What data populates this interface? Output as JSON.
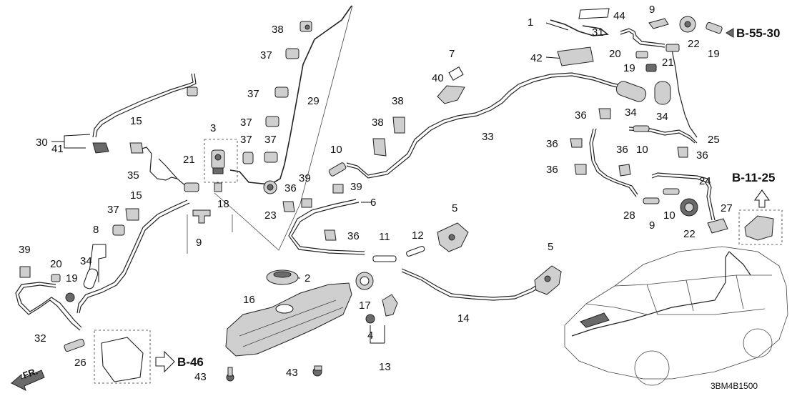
{
  "callouts": {
    "c1": "1",
    "c2": "2",
    "c3": "3",
    "c4": "4",
    "c5a": "5",
    "c5b": "5",
    "c6": "6",
    "c7": "7",
    "c8": "8",
    "c9a": "9",
    "c9b": "9",
    "c9c": "9",
    "c10a": "10",
    "c10b": "10",
    "c10c": "10",
    "c11": "11",
    "c12": "12",
    "c13": "13",
    "c14": "14",
    "c15a": "15",
    "c15b": "15",
    "c16": "16",
    "c17": "17",
    "c18": "18",
    "c19a": "19",
    "c19b": "19",
    "c19c": "19",
    "c20a": "20",
    "c20b": "20",
    "c21a": "21",
    "c21b": "21",
    "c22a": "22",
    "c22b": "22",
    "c23": "23",
    "c24": "24",
    "c25": "25",
    "c26": "26",
    "c27": "27",
    "c28": "28",
    "c29": "29",
    "c30": "30",
    "c31": "31",
    "c32": "32",
    "c33": "33",
    "c34a": "34",
    "c34b": "34",
    "c34c": "34",
    "c35": "35",
    "c36a": "36",
    "c36b": "36",
    "c36c": "36",
    "c36d": "36",
    "c36e": "36",
    "c36f": "36",
    "c36g": "36",
    "c37a": "37",
    "c37b": "37",
    "c37c": "37",
    "c37d": "37",
    "c37e": "37",
    "c37f": "37",
    "c38a": "38",
    "c38b": "38",
    "c38c": "38",
    "c39a": "39",
    "c39b": "39",
    "c39c": "39",
    "c40": "40",
    "c41": "41",
    "c42": "42",
    "c43a": "43",
    "c43b": "43",
    "c44": "44"
  },
  "references": {
    "b5530": "B-55-30",
    "b1125": "B-11-25",
    "b46": "B-46"
  },
  "direction_label": "FR.",
  "diagram_code": "3BM4B1500"
}
